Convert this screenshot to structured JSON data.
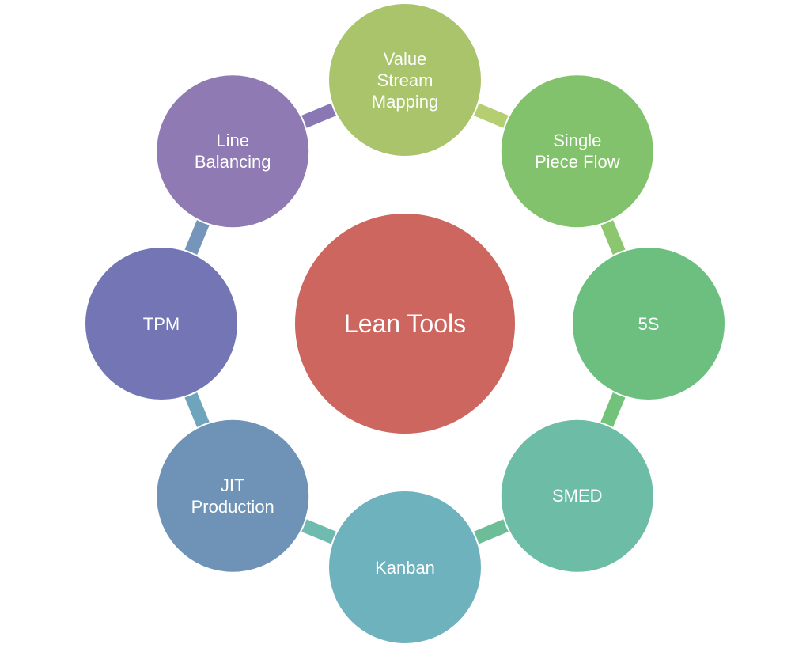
{
  "diagram": {
    "center": {
      "label": "Lean Tools",
      "color": "#CC665F"
    },
    "nodes": [
      {
        "id": "value-stream-mapping",
        "label": "Value\nStream\nMapping",
        "color": "#A9C46B",
        "connector_color": "#B5CE72"
      },
      {
        "id": "single-piece-flow",
        "label": "Single\nPiece Flow",
        "color": "#82C26C",
        "connector_color": "#8CC66E"
      },
      {
        "id": "5s",
        "label": "5S",
        "color": "#6CBF7E",
        "connector_color": "#72C27C"
      },
      {
        "id": "smed",
        "label": "SMED",
        "color": "#6CBCA6",
        "connector_color": "#6DBE98"
      },
      {
        "id": "kanban",
        "label": "Kanban",
        "color": "#6DB2BC",
        "connector_color": "#6FBBB0"
      },
      {
        "id": "jit-production",
        "label": "JIT\nProduction",
        "color": "#6F93B6",
        "connector_color": "#6EA5BC"
      },
      {
        "id": "tpm",
        "label": "TPM",
        "color": "#7375B5",
        "connector_color": "#7596BA"
      },
      {
        "id": "line-balancing",
        "label": "Line\nBalancing",
        "color": "#8F7AB4",
        "connector_color": "#7775B8"
      }
    ],
    "closing_connector_color": "#8A78B5"
  }
}
